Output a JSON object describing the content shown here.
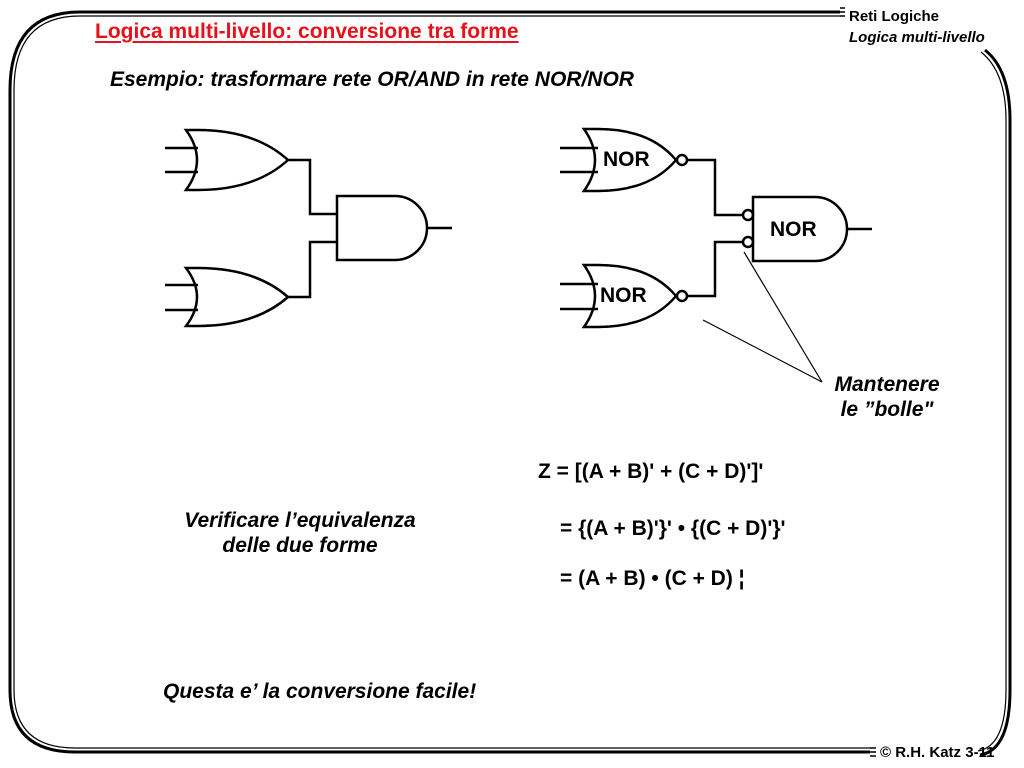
{
  "slide": {
    "title": "Logica multi-livello: conversione tra forme",
    "header_line1": "Reti Logiche",
    "header_line2": "Logica multi-livello",
    "subtitle": "Esempio: trasformare rete OR/AND in rete NOR/NOR",
    "gate_labels": {
      "nor_top": "NOR",
      "nor_bottom": "NOR",
      "nor_out": "NOR"
    },
    "annotation_line1": "Mantenere",
    "annotation_line2": "le ”bolle\"",
    "verify_line1": "Verificare l’equivalenza",
    "verify_line2": "delle due forme",
    "equation_1": "Z = [(A + B)' + (C + D)']'",
    "equation_2": "= {(A + B)'}' • {(C + D)'}'",
    "equation_3": "= (A + B) • (C + D) ¦",
    "footer_note": "Questa e’ la conversione facile!",
    "copyright": "© R.H. Katz 3-11"
  },
  "colors": {
    "title": "#e8111b",
    "ink": "#000000",
    "background": "#ffffff"
  }
}
